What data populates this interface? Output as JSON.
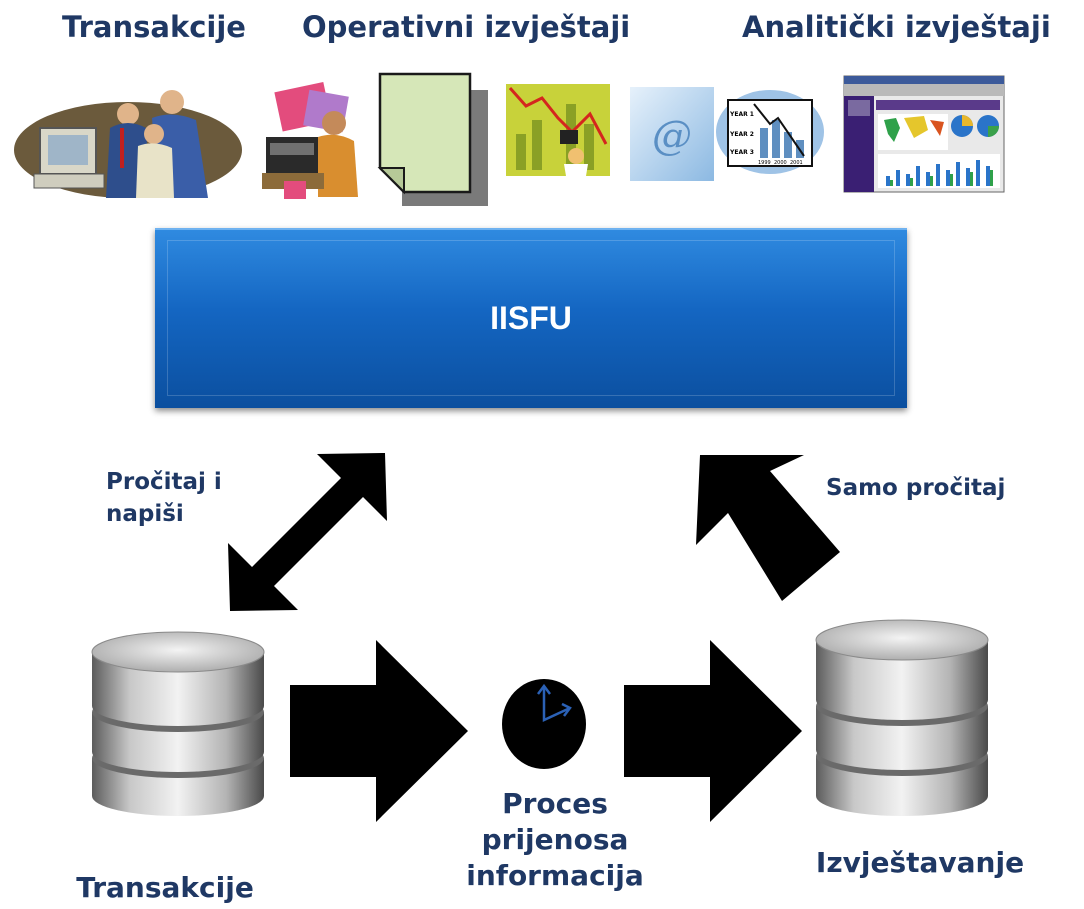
{
  "header": {
    "left": "Transakcije",
    "center": "Operativni izvještaji",
    "right": "Analitički izvještaji"
  },
  "central_box": {
    "label": "IISFU"
  },
  "arrows": {
    "left_label": "Pročitaj i napiši",
    "right_label": "Samo pročitaj"
  },
  "databases": {
    "left_label": "Transakcije",
    "right_label": "Izvještavanje"
  },
  "process": {
    "line1": "Proces",
    "line2": "prijenosa",
    "line3": "informacija"
  },
  "clipart": {
    "chart_years": [
      "YEAR 1",
      "YEAR 2",
      "YEAR 3"
    ],
    "chart_axis": [
      "1999",
      "2000",
      "2001"
    ],
    "email_symbol": "@"
  },
  "colors": {
    "label_text": "#1f3864",
    "box_blue": "#1466c2",
    "arrow_black": "#000000"
  }
}
